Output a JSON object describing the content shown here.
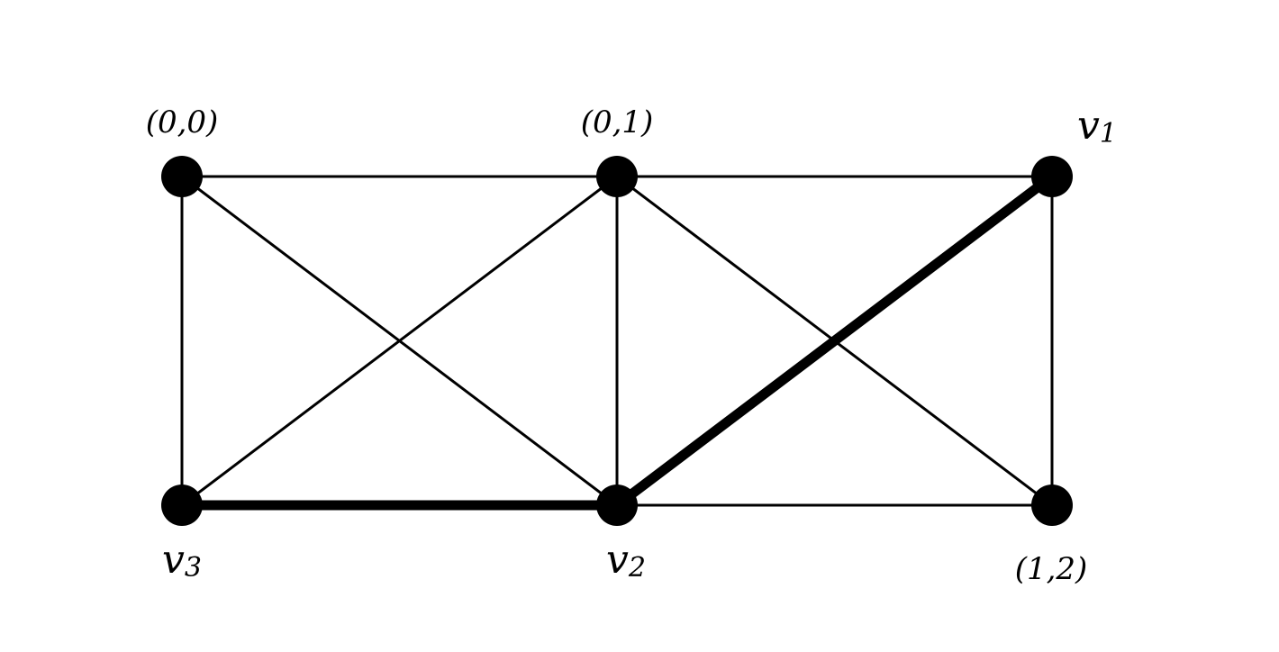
{
  "graph": {
    "nodes": [
      {
        "id": "n00",
        "label": "(0,0)",
        "label_type": "coordinate"
      },
      {
        "id": "n01",
        "label": "(0,1)",
        "label_type": "coordinate"
      },
      {
        "id": "v1",
        "label_main": "v",
        "label_sub": "1",
        "label_type": "vertex"
      },
      {
        "id": "v3",
        "label_main": "v",
        "label_sub": "3",
        "label_type": "vertex"
      },
      {
        "id": "v2",
        "label_main": "v",
        "label_sub": "2",
        "label_type": "vertex"
      },
      {
        "id": "n12",
        "label": "(1,2)",
        "label_type": "coordinate"
      }
    ],
    "edges": [
      {
        "from": "n00",
        "to": "n01",
        "bold": false
      },
      {
        "from": "n01",
        "to": "v1",
        "bold": false
      },
      {
        "from": "n00",
        "to": "v3",
        "bold": false
      },
      {
        "from": "n00",
        "to": "v2",
        "bold": false
      },
      {
        "from": "n01",
        "to": "v3",
        "bold": false
      },
      {
        "from": "n01",
        "to": "v2",
        "bold": false
      },
      {
        "from": "n01",
        "to": "n12",
        "bold": false
      },
      {
        "from": "v1",
        "to": "n12",
        "bold": false
      },
      {
        "from": "v2",
        "to": "n12",
        "bold": false
      },
      {
        "from": "v3",
        "to": "v2",
        "bold": true
      },
      {
        "from": "v2",
        "to": "v1",
        "bold": true
      }
    ],
    "colors": {
      "edge": "#000000",
      "node": "#000000",
      "background": "#ffffff"
    }
  }
}
